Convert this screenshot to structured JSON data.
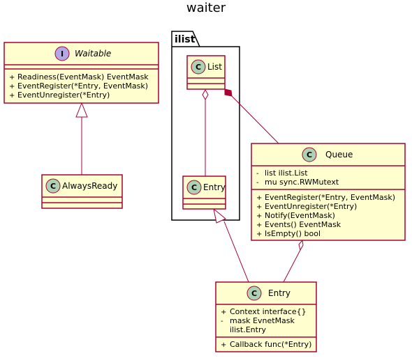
{
  "title": "waiter",
  "colors": {
    "class_fill": "#FEFECE",
    "class_border": "#A80036",
    "circle_class": "#ADD1B2",
    "circle_interface": "#B4A7E5",
    "line": "#A80036",
    "package_fill": "#FFFFFF",
    "package_border": "#000000"
  },
  "package": {
    "name": "ilist"
  },
  "classes": {
    "waitable": {
      "kind": "interface",
      "icon": "I",
      "name": "Waitable",
      "fields": [],
      "methods": [
        {
          "visibility": "+",
          "text": "Readiness(EventMask) EventMask"
        },
        {
          "visibility": "+",
          "text": "EventRegister(*Entry, EventMask)"
        },
        {
          "visibility": "+",
          "text": "EventUnregister(*Entry)"
        }
      ]
    },
    "always_ready": {
      "kind": "class",
      "icon": "C",
      "name": "AlwaysReady",
      "fields": [],
      "methods": []
    },
    "ilist_list": {
      "kind": "class",
      "icon": "C",
      "name": "List",
      "fields": [],
      "methods": []
    },
    "ilist_entry": {
      "kind": "class",
      "icon": "C",
      "name": "Entry",
      "fields": [],
      "methods": []
    },
    "queue": {
      "kind": "class",
      "icon": "C",
      "name": "Queue",
      "fields": [
        {
          "visibility": "-",
          "text": "list ilist.List"
        },
        {
          "visibility": "-",
          "text": "mu sync.RWMutext"
        }
      ],
      "methods": [
        {
          "visibility": "+",
          "text": "EventRegister(*Entry, EventMask)"
        },
        {
          "visibility": "+",
          "text": "EventUnregister(*Entry)"
        },
        {
          "visibility": "+",
          "text": "Notify(EventMask)"
        },
        {
          "visibility": "+",
          "text": "Events() EventMask"
        },
        {
          "visibility": "+",
          "text": "IsEmpty() bool"
        }
      ]
    },
    "entry": {
      "kind": "class",
      "icon": "C",
      "name": "Entry",
      "fields": [
        {
          "visibility": "+",
          "text": "Context interface{}"
        },
        {
          "visibility": "-",
          "text": "mask EvnetMask"
        },
        {
          "visibility": "",
          "text": "ilist.Entry"
        }
      ],
      "methods": [
        {
          "visibility": "+",
          "text": "Callback func(*Entry)"
        }
      ]
    }
  },
  "relations": [
    {
      "from": "always_ready",
      "to": "waitable",
      "type": "realization"
    },
    {
      "from": "ilist_list",
      "to": "ilist_entry",
      "type": "aggregation"
    },
    {
      "from": "ilist_list",
      "to": "queue",
      "type": "composition"
    },
    {
      "from": "queue",
      "to": "entry",
      "type": "aggregation"
    },
    {
      "from": "entry",
      "to": "ilist_entry",
      "type": "generalization"
    }
  ]
}
